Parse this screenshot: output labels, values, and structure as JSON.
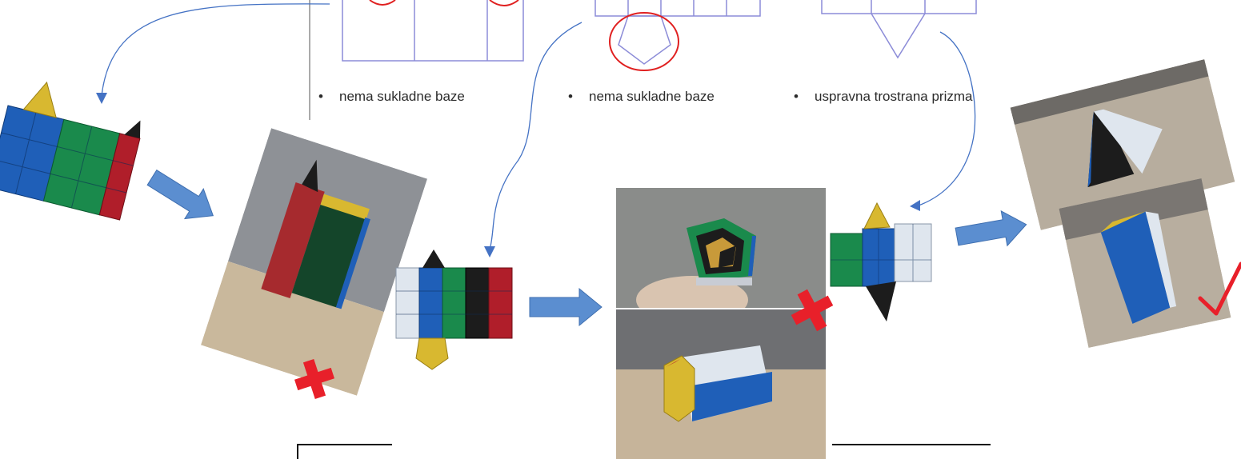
{
  "notes": {
    "net1": {
      "bullet": "•",
      "text": "nema sukladne baze"
    },
    "net2": {
      "bullet": "•",
      "text": "nema sukladne baze"
    },
    "net3": {
      "bullet": "•",
      "text": "uspravna trostrana prizma"
    }
  },
  "outcomes": {
    "attempt1": "rejected",
    "attempt2": "rejected",
    "attempt3": "accepted"
  },
  "colors": {
    "net_line": "#8c8cd8",
    "highlight_circle": "#e02020",
    "arrow_fill": "#5b8ed0",
    "connector": "#4472c4",
    "blue_tile": "#1f5fb8",
    "green_tile": "#1a8a4c",
    "red_tile": "#b01e2a",
    "yellow_tile": "#d8b830",
    "black_tile": "#1c1c1c",
    "white_tile": "#dfe6ee",
    "cross": "#e8202a",
    "check": "#e8202a"
  },
  "icons": [
    "arrow-right-icon",
    "cross-icon",
    "checkmark-icon"
  ]
}
